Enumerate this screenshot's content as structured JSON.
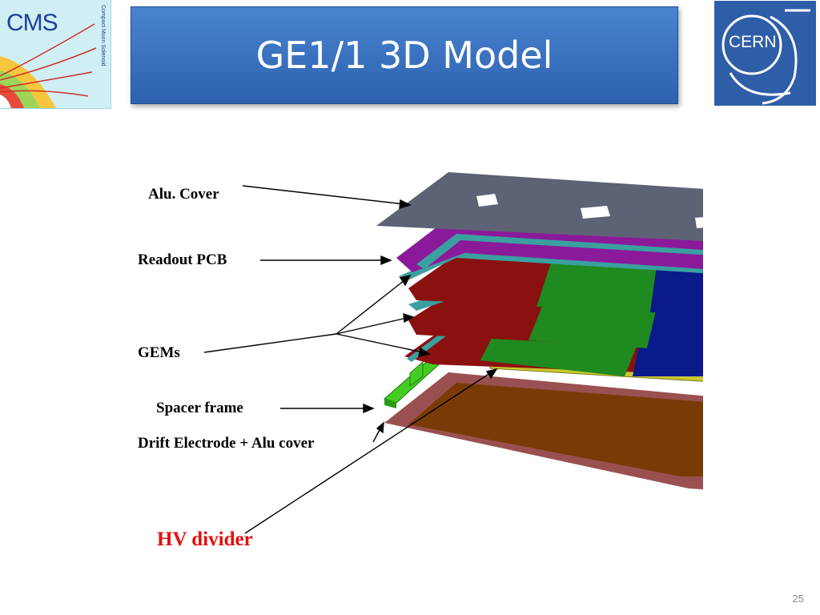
{
  "header": {
    "title": "GE1/1 3D Model",
    "left_logo": {
      "name": "cms-logo",
      "text": "CMS",
      "subtext": "Compact Muon Solenoid"
    },
    "right_logo": {
      "name": "cern-logo",
      "text": "CERN"
    }
  },
  "diagram": {
    "labels": {
      "alu_cover": "Alu. Cover",
      "readout_pcb": "Readout PCB",
      "gems": "GEMs",
      "spacer_frame": "Spacer frame",
      "drift_electrode": "Drift Electrode + Alu cover",
      "hv_divider": "HV divider"
    },
    "colors": {
      "alu_cover": "#5e6275",
      "readout_pcb": "#8b1a9a",
      "gem_red": "#8b1010",
      "gem_green": "#1f8a1f",
      "gem_blue": "#0a1a8a",
      "frame": "#3aa0a0",
      "spacer": "#44cc22",
      "drift": "#7a3a06",
      "drift_rim": "#9a5050",
      "hv_divider": "#c8c830",
      "hv_label": "#e01010"
    }
  },
  "footer": {
    "page_number": "25"
  }
}
